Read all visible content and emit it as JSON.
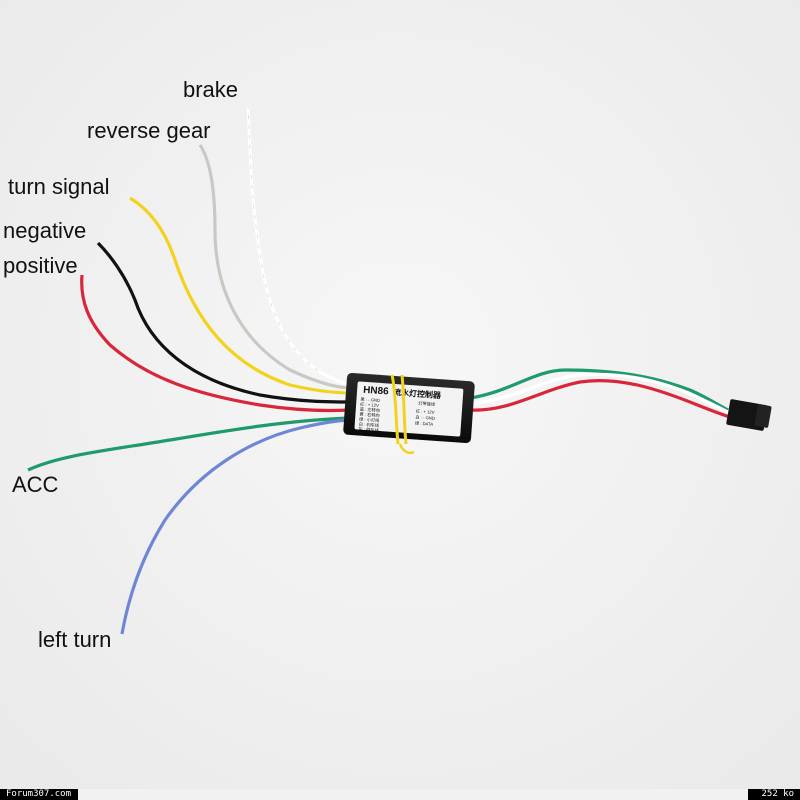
{
  "labels": {
    "brake": "brake",
    "reverse_gear": "reverse gear",
    "turn_signal": "turn signal",
    "negative": "negative",
    "positive": "positive",
    "acc": "ACC",
    "left_turn": "left turn"
  },
  "module": {
    "model": "HN86",
    "title_suffix": "流水灯控制器",
    "left_lines": [
      "黑 : - GND",
      "红 : + 12V",
      "蓝 : 左转向",
      "黄 : 右转向",
      "绿 : 小灯线",
      "白 : 刹车线",
      "灰 : 倒车线"
    ],
    "right_header": "灯带接线",
    "right_lines": [
      "红 : + 12V",
      "白 : - GND",
      "绿 : DATA"
    ]
  },
  "footer": {
    "left": "Forum307.com",
    "right": "252 ko"
  },
  "colors": {
    "red": "#d8263a",
    "black": "#111111",
    "yellow": "#f2d21a",
    "grey": "#c9c9c4",
    "white": "#fafafa",
    "green": "#1f9a6a",
    "blue": "#6f86d6"
  }
}
